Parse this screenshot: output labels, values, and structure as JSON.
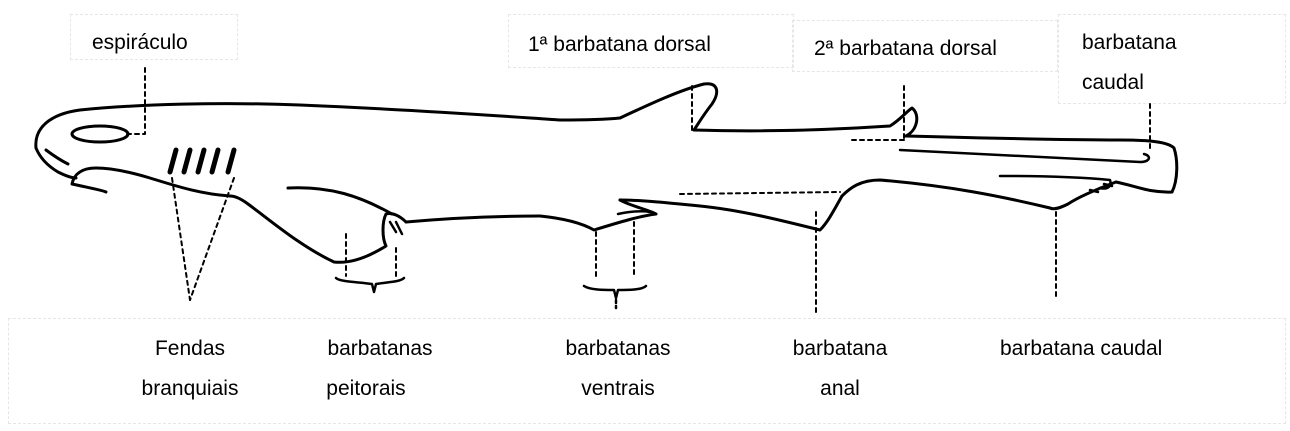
{
  "colors": {
    "ink": "#000000",
    "background": "#ffffff",
    "label_box_border": "#e6e6e6"
  },
  "labels": {
    "spiracle": "espiráculo",
    "first_dorsal": "1ª barbatana dorsal",
    "second_dorsal": "2ª barbatana dorsal",
    "caudal_top_line1": "barbatana",
    "caudal_top_line2": "caudal",
    "gill_line1": "Fendas",
    "gill_line2": "branquiais",
    "pectoral_line1": "barbatanas",
    "pectoral_line2": "peitorais",
    "ventral_line1": "barbatanas",
    "ventral_line2": "ventrais",
    "anal_line1": "barbatana",
    "anal_line2": "anal",
    "caudal_bottom": "barbatana caudal"
  }
}
